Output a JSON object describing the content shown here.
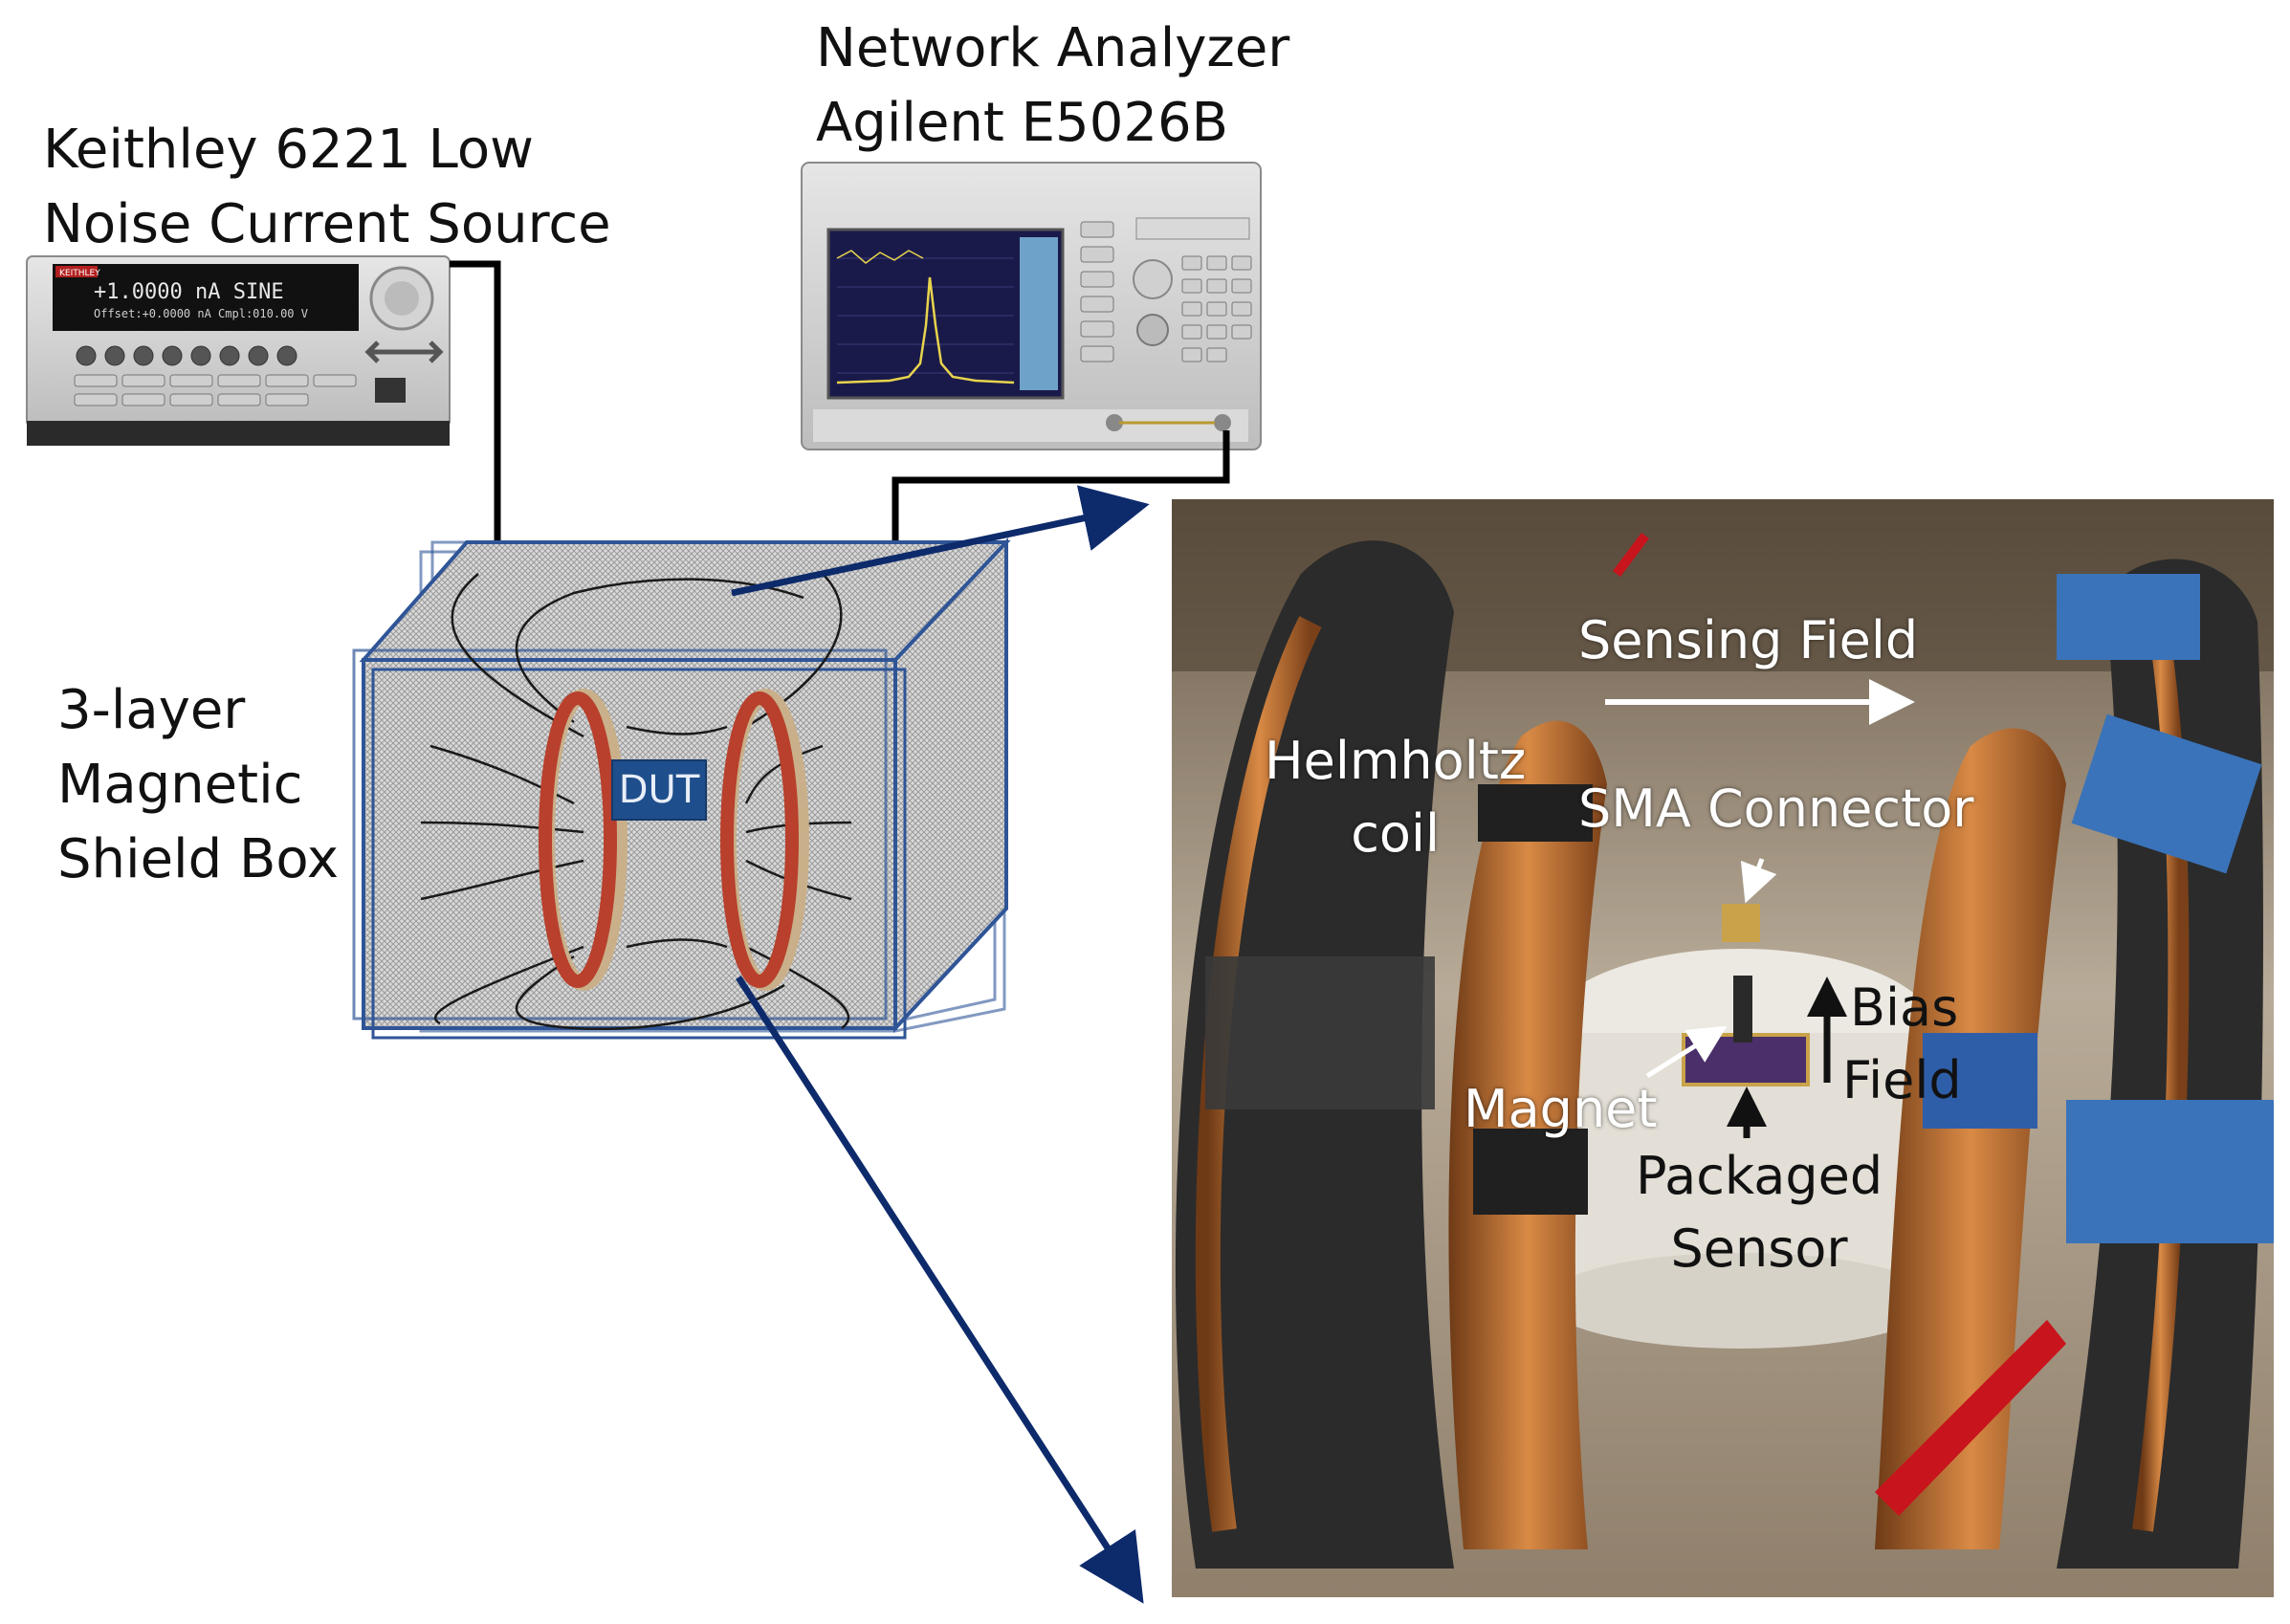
{
  "labels": {
    "network_analyzer": [
      "Network Analyzer",
      "Agilent E5026B"
    ],
    "current_source": [
      "Keithley 6221 Low",
      "Noise Current Source"
    ],
    "shield_box": [
      "3-layer",
      "Magnetic",
      "Shield Box"
    ],
    "dut": "DUT"
  },
  "photo_labels": {
    "sensing_field": "Sensing Field",
    "helmholtz": [
      "Helmholtz",
      "coil"
    ],
    "sma_connector": "SMA Connector",
    "bias": [
      "Bias",
      "Field"
    ],
    "magnet": "Magnet",
    "packaged_sensor": [
      "Packaged",
      "Sensor"
    ]
  },
  "instrument_screens": {
    "keithley_display_line1": "+1.0000 nA    SINE",
    "keithley_display_line2": "Offset:+0.0000 nA  Cmpl:010.00 V",
    "keithley_brand": "KEITHLEY"
  },
  "colors": {
    "arrow_navy": "#0d2a6b",
    "cable": "#000000",
    "coil_red": "#b8402c",
    "shield_blue": "#2f5597",
    "dut_fill": "#1f4e8c"
  }
}
